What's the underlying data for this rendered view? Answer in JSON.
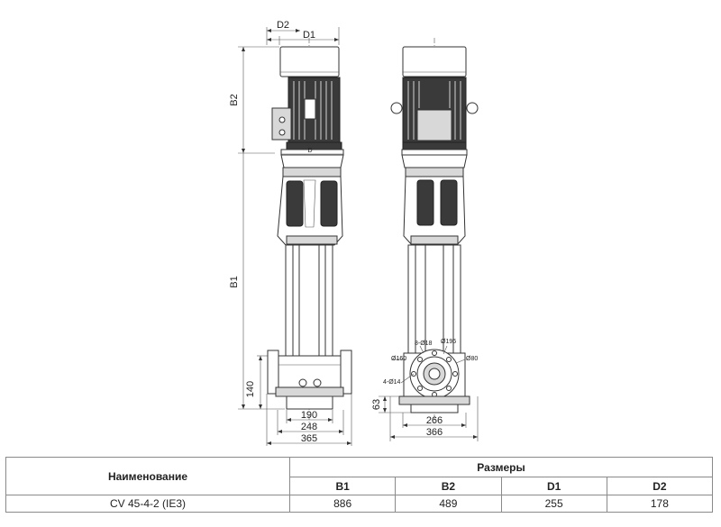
{
  "drawing": {
    "front": {
      "D2": "D2",
      "D1": "D1",
      "B2": "B2",
      "D": "D",
      "B1": "B1",
      "h140": "140",
      "w190": "190",
      "w248": "248",
      "w365": "365"
    },
    "side": {
      "phi160": "Ø160",
      "n8phi18": "8-Ø18",
      "phi196": "Ø196",
      "phi80": "Ø80",
      "n4phi14": "4-Ø14",
      "h63": "63",
      "w266": "266",
      "w366": "366"
    }
  },
  "table": {
    "name_header": "Наименование",
    "sizes_header": "Размеры",
    "columns": [
      "B1",
      "B2",
      "D1",
      "D2"
    ],
    "rows": [
      {
        "name": "CV 45-4-2 (IE3)",
        "values": [
          "886",
          "489",
          "255",
          "178"
        ]
      }
    ]
  }
}
